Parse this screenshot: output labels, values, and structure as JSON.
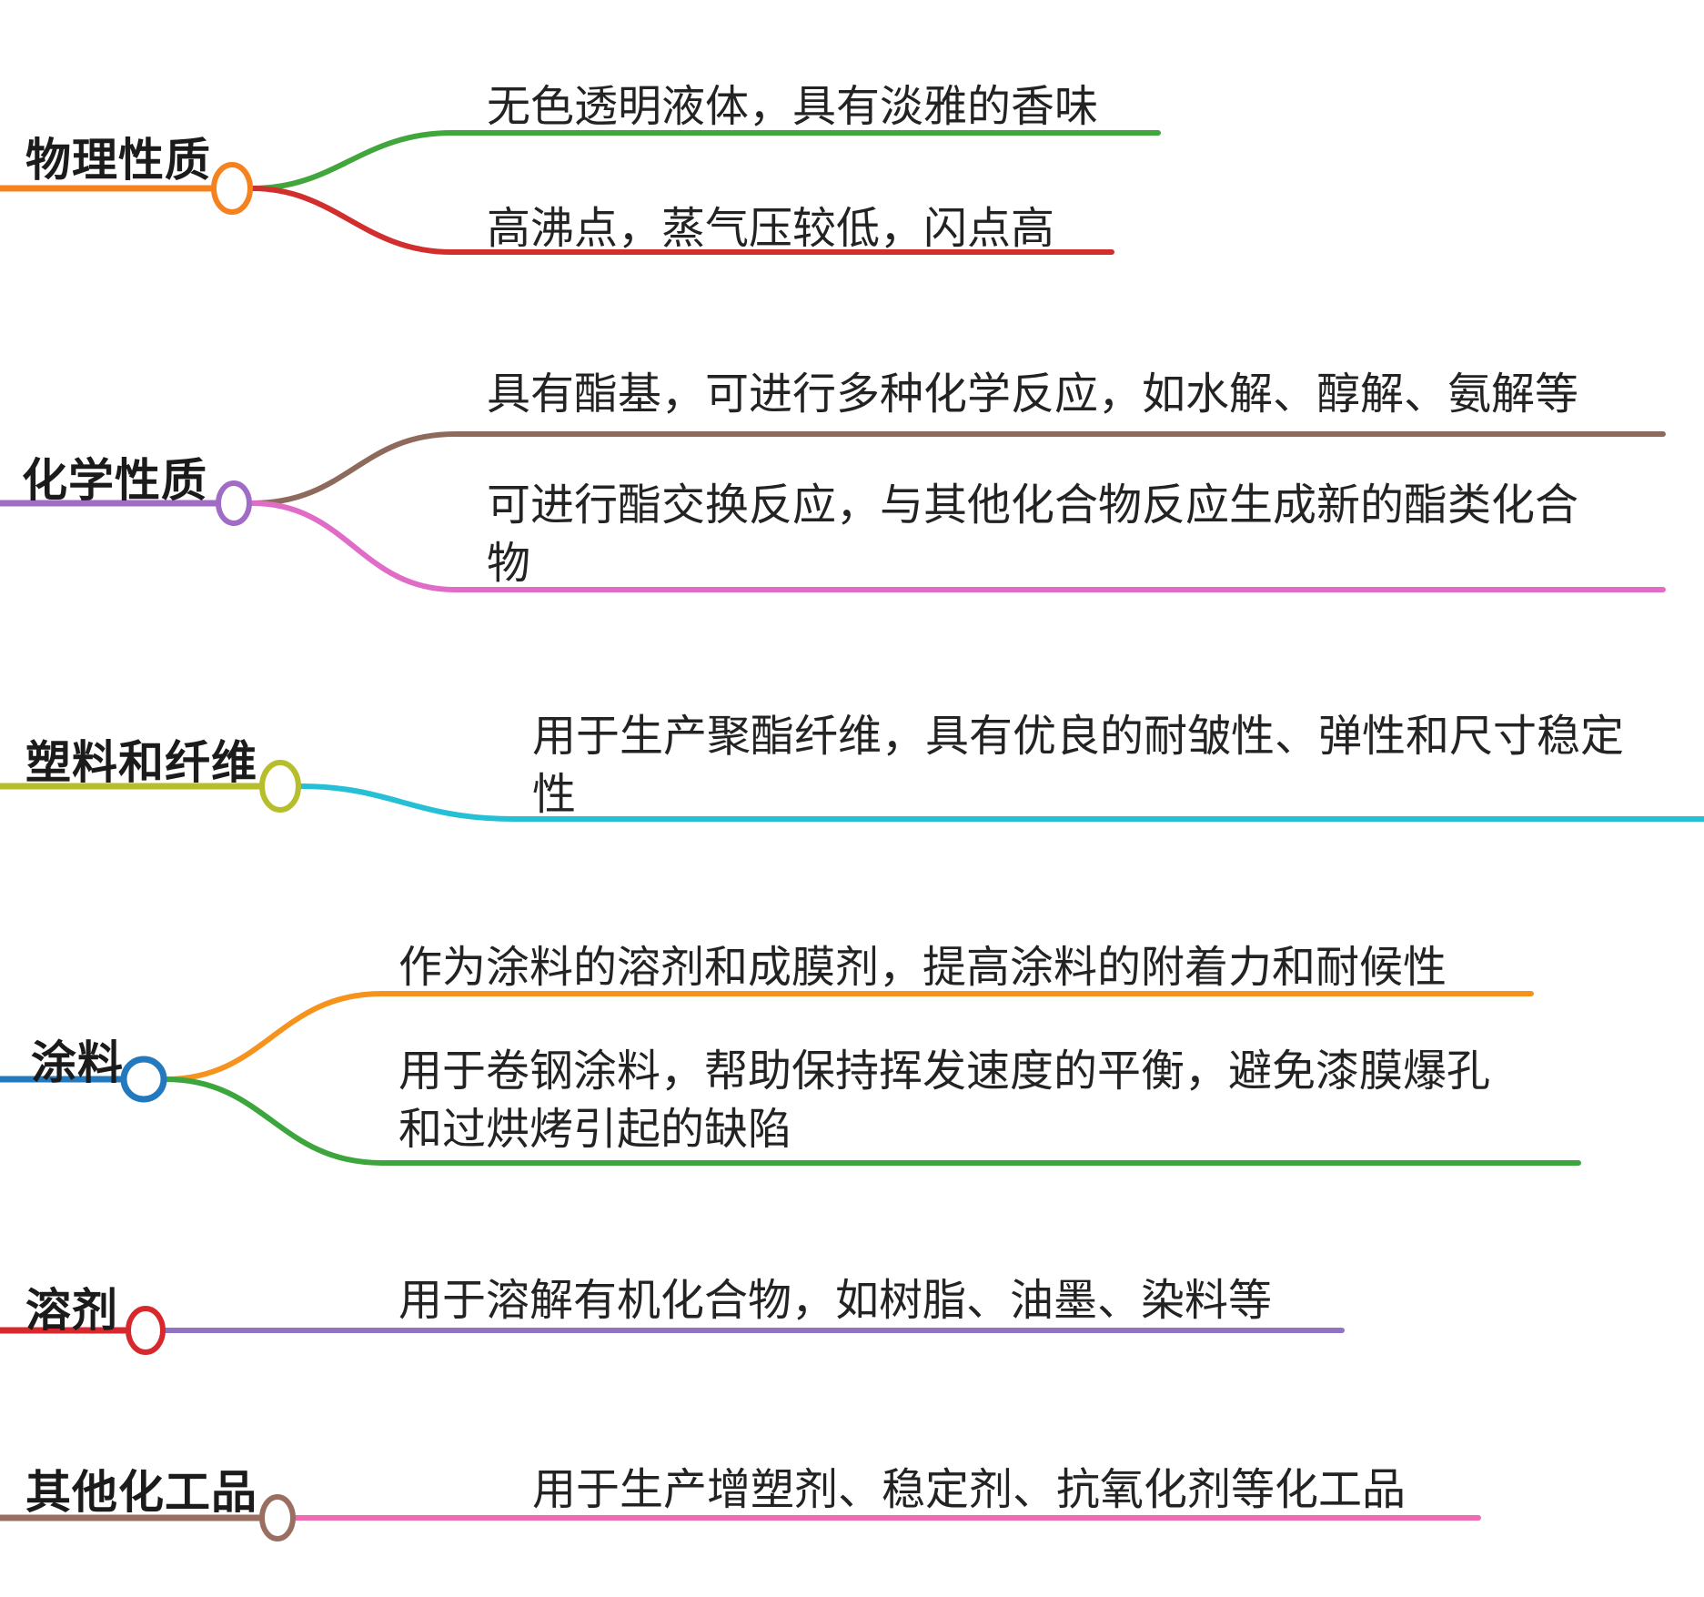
{
  "diagram": {
    "type": "mindmap",
    "background": "#ffffff"
  },
  "branches": [
    {
      "label": "物理性质",
      "color": "#F5821F",
      "children": [
        {
          "text": "无色透明液体，具有淡雅的香味",
          "color": "#41A63C"
        },
        {
          "text": "高沸点，蒸气压较低，闪点高",
          "color": "#D22E2E"
        }
      ]
    },
    {
      "label": "化学性质",
      "color": "#A06CC6",
      "children": [
        {
          "text": "具有酯基，可进行多种化学反应，如水解、醇解、氨解等",
          "color": "#8E6A5D"
        },
        {
          "text": "可进行酯交换反应，与其他化合物反应生成新的酯类化合物",
          "color": "#E06CC8"
        }
      ]
    },
    {
      "label": "塑料和纤维",
      "color": "#B6BE2B",
      "children": [
        {
          "text": "用于生产聚酯纤维，具有优良的耐皱性、弹性和尺寸稳定性",
          "color": "#25C0D5"
        }
      ]
    },
    {
      "label": "涂料",
      "color": "#2379BD",
      "children": [
        {
          "text": "作为涂料的溶剂和成膜剂，提高涂料的附着力和耐候性",
          "color": "#F5931D"
        },
        {
          "text": "用于卷钢涂料，帮助保持挥发速度的平衡，避免漆膜爆孔和过烘烤引起的缺陷",
          "color": "#3CA53C"
        }
      ]
    },
    {
      "label": "溶剂",
      "color": "#D7282D",
      "children": [
        {
          "text": "用于溶解有机化合物，如树脂、油墨、染料等",
          "color": "#9173C4"
        }
      ]
    },
    {
      "label": "其他化工品",
      "color": "#9A6F62",
      "children": [
        {
          "text": "用于生产增塑剂、稳定剂、抗氧化剂等化工品",
          "color": "#EF6CB5"
        }
      ]
    }
  ]
}
